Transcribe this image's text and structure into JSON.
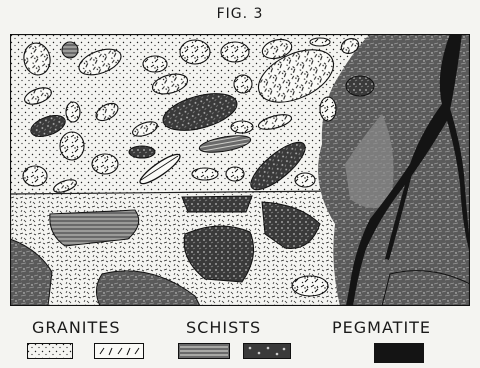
{
  "figure": {
    "title": "FIG. 3"
  },
  "legend": {
    "granites": {
      "label": "GRANITES",
      "swatch_icons": [
        "granite-fine-swatch-icon",
        "granite-coarse-swatch-icon"
      ]
    },
    "schists": {
      "label": "SCHISTS",
      "swatch_icons": [
        "schist-banded-swatch-icon",
        "schist-mottled-swatch-icon"
      ]
    },
    "pegmatite": {
      "label": "PEGMATITE",
      "swatch_icons": [
        "pegmatite-swatch-icon"
      ]
    }
  },
  "colors": {
    "background": "#f4f4f1",
    "ink": "#1a1a1a",
    "pegmatite": "#141414"
  }
}
